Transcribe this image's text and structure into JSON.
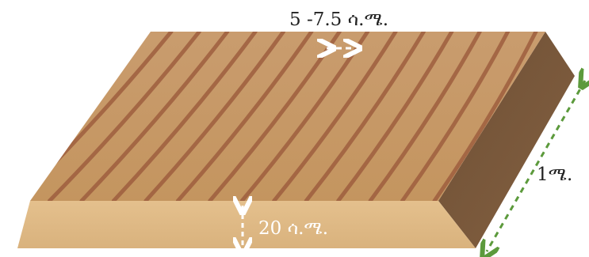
{
  "labels": {
    "spacing": "5 -7.5 ሳ.ሜ.",
    "height": "20 ሳ.ሜ.",
    "width": "1ሜ."
  },
  "colors": {
    "bed_top": "#c89a6c",
    "bed_front": "#e0bb87",
    "bed_side": "#7b5a3f",
    "furrow": "#9e5e3e",
    "dashed_arrow_green": "#5c9a3c",
    "dashed_arrow_white": "#ffffff",
    "text_dark": "#222222",
    "text_light": "#ffffff"
  },
  "furrow_count": 14
}
